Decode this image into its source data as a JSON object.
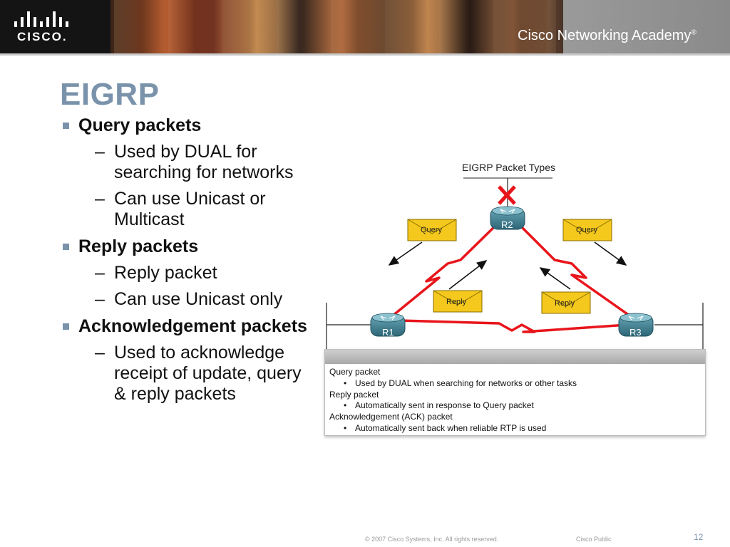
{
  "header": {
    "logo_text": "CISCO.",
    "academy": "Cisco Networking Academy",
    "academy_mark": "®"
  },
  "slide": {
    "title": "EIGRP",
    "bullets": [
      {
        "label": "Query packets",
        "subs": [
          "Used by DUAL for searching for networks",
          "Can use Unicast or Multicast"
        ]
      },
      {
        "label": "Reply packets",
        "subs": [
          "Reply packet",
          "Can use Unicast only"
        ]
      },
      {
        "label": "Acknowledgement packets",
        "subs": [
          "Used to acknowledge receipt of update, query & reply packets"
        ]
      }
    ]
  },
  "figure": {
    "title": "EIGRP Packet Types",
    "routers": [
      "R1",
      "R2",
      "R3"
    ],
    "envelopes": {
      "query_left": "Query",
      "query_right": "Query",
      "reply_left": "Reply",
      "reply_right": "Reply"
    },
    "colors": {
      "link": "#e8151b",
      "envelope": "#f4c81c",
      "router": "#3c7a8c",
      "fail_mark": "#e8151b"
    },
    "info_box": [
      {
        "heading": "Query packet",
        "detail": "Used by DUAL when searching for networks or other tasks"
      },
      {
        "heading": "Reply packet",
        "detail": "Automatically sent in response to Query packet"
      },
      {
        "heading": "Acknowledgement (ACK) packet",
        "detail": "Automatically sent back when reliable RTP is used"
      }
    ]
  },
  "footer": {
    "copyright": "© 2007 Cisco Systems, Inc. All rights reserved.",
    "classification": "Cisco Public",
    "page": "12"
  }
}
